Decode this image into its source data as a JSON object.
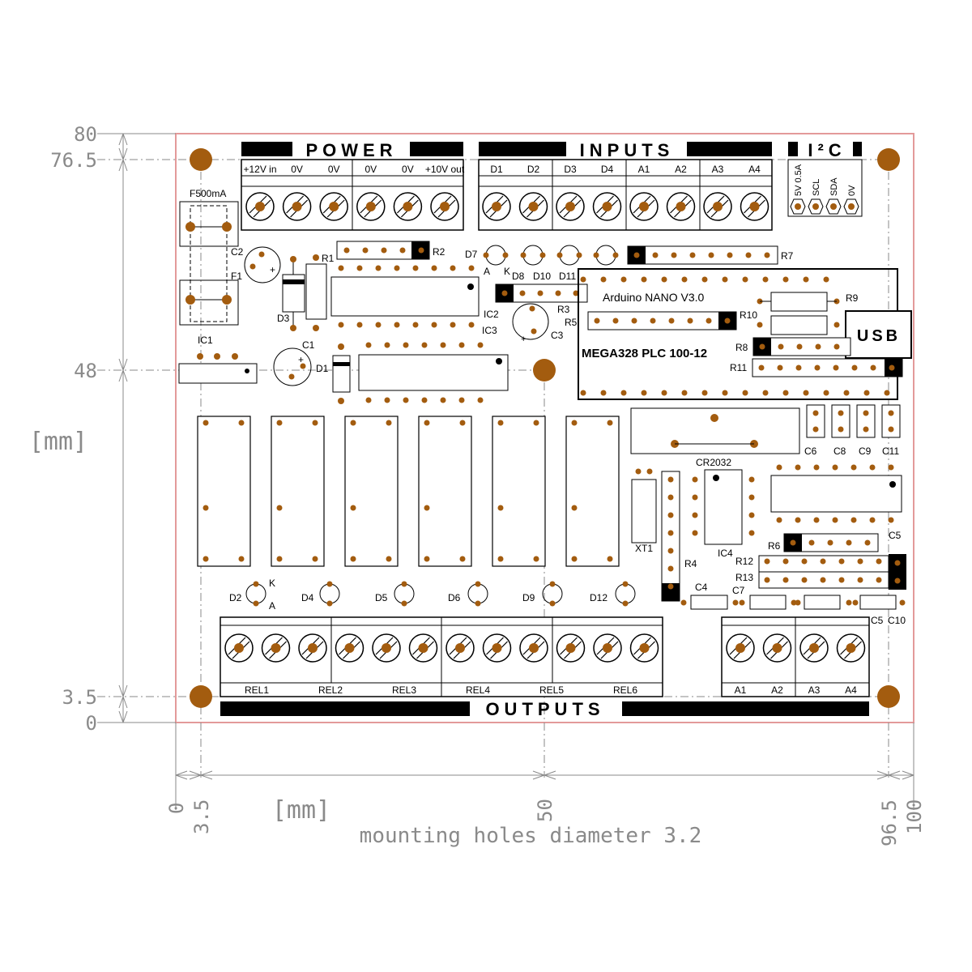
{
  "headers": {
    "power": "POWER",
    "inputs": "INPUTS",
    "i2c": "I²C",
    "outputs": "OUTPUTS"
  },
  "power_terminals": [
    "+12V in",
    "0V",
    "0V",
    "0V",
    "0V",
    "+10V out"
  ],
  "input_terminals": [
    "D1",
    "D2",
    "D3",
    "D4",
    "A1",
    "A2",
    "A3",
    "A4"
  ],
  "i2c_pins": [
    "5V 0.5A",
    "SCL",
    "SDA",
    "0V"
  ],
  "relay_terminals": [
    "REL1",
    "REL2",
    "REL3",
    "REL4",
    "REL5",
    "REL6"
  ],
  "analog_out_terminals": [
    "A1",
    "A2",
    "A3",
    "A4"
  ],
  "components": {
    "fuse": "F500mA",
    "f1": "F1",
    "c1": "C1",
    "c2": "C2",
    "c3": "C3",
    "c4": "C4",
    "c5": "C5",
    "c5b": "C5",
    "c6": "C6",
    "c7": "C7",
    "c8": "C8",
    "c9": "C9",
    "c10": "C10",
    "c11": "C11",
    "d1": "D1",
    "d2": "D2",
    "d3": "D3",
    "d4": "D4",
    "d5": "D5",
    "d6": "D6",
    "d7": "D7",
    "d8": "D8",
    "d9": "D9",
    "d10": "D10",
    "d11": "D11",
    "d12": "D12",
    "r1": "R1",
    "r2": "R2",
    "r3": "R3",
    "r4": "R4",
    "r5": "R5",
    "r6": "R6",
    "r7": "R7",
    "r8": "R8",
    "r9": "R9",
    "r10": "R10",
    "r11": "R11",
    "r12": "R12",
    "r13": "R13",
    "ic1": "IC1",
    "ic2": "IC2",
    "ic3": "IC3",
    "ic4": "IC4",
    "xt1": "XT1",
    "battery": "CR2032",
    "anode": "A",
    "cathode": "K",
    "plus": "+"
  },
  "arduino": {
    "label": "Arduino NANO V3.0",
    "usb": "USB",
    "board_name": "MEGA328 PLC 100-12"
  },
  "dimensions": {
    "y_labels": [
      "80",
      "76.5",
      "48",
      "3.5",
      "0"
    ],
    "x_labels": [
      "0",
      "3.5",
      "50",
      "96.5",
      "100"
    ],
    "unit": "[mm]",
    "note": "mounting holes diameter 3.2"
  },
  "colors": {
    "pad": "#a35c0f",
    "outline": "#e39a9a",
    "ink": "#000000",
    "dimension": "#8a8a8a"
  }
}
